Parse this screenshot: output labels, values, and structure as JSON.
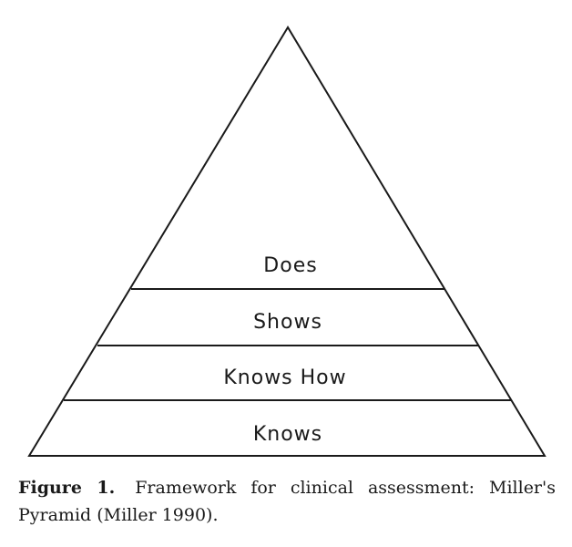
{
  "diagram": {
    "tiers": [
      {
        "label": "Does"
      },
      {
        "label": "Shows"
      },
      {
        "label": "Knows How"
      },
      {
        "label": "Knows"
      }
    ]
  },
  "caption": {
    "label": "Figure 1.",
    "text": "Framework for clinical assessment: Miller's Pyramid (Miller 1990)."
  }
}
